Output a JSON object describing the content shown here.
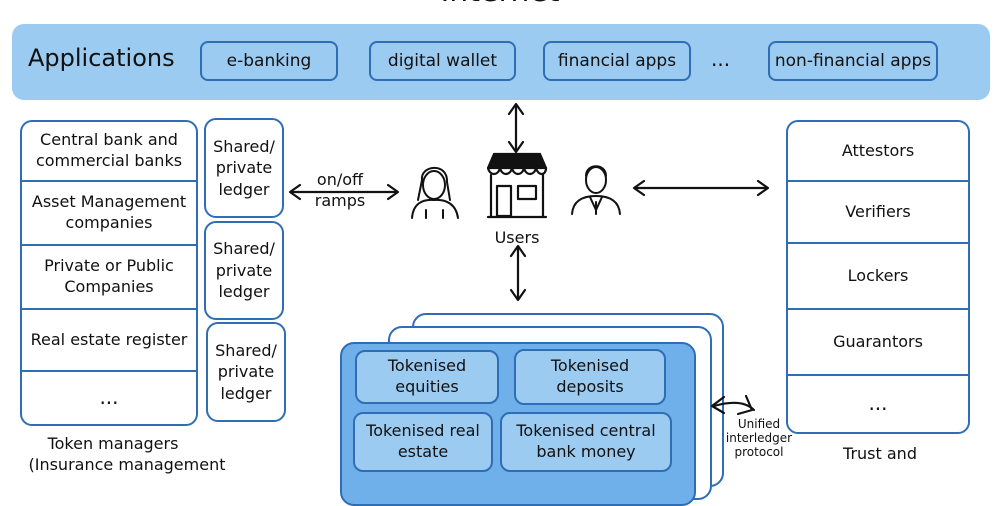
{
  "title": "Internet",
  "applications": {
    "label": "Applications",
    "items": [
      "e-banking",
      "digital wallet",
      "financial apps",
      "...",
      "non-financial apps"
    ]
  },
  "token_managers": {
    "items": [
      "Central bank and commercial banks",
      "Asset Management companies",
      "Private or Public Companies",
      "Real estate register",
      "..."
    ],
    "caption": "Token managers",
    "caption_sub": "(Insurance management"
  },
  "ledgers": [
    "Shared/ private ledger",
    "Shared/ private ledger",
    "Shared/ private ledger"
  ],
  "ramps_label": "on/off ramps",
  "users_label": "Users",
  "trust": {
    "items": [
      "Attestors",
      "Verifiers",
      "Lockers",
      "Guarantors",
      "..."
    ],
    "caption": "Trust and"
  },
  "tokens": [
    "Tokenised equities",
    "Tokenised deposits",
    "Tokenised real estate",
    "Tokenised central bank money"
  ],
  "protocol_label": "Unified interledger protocol"
}
